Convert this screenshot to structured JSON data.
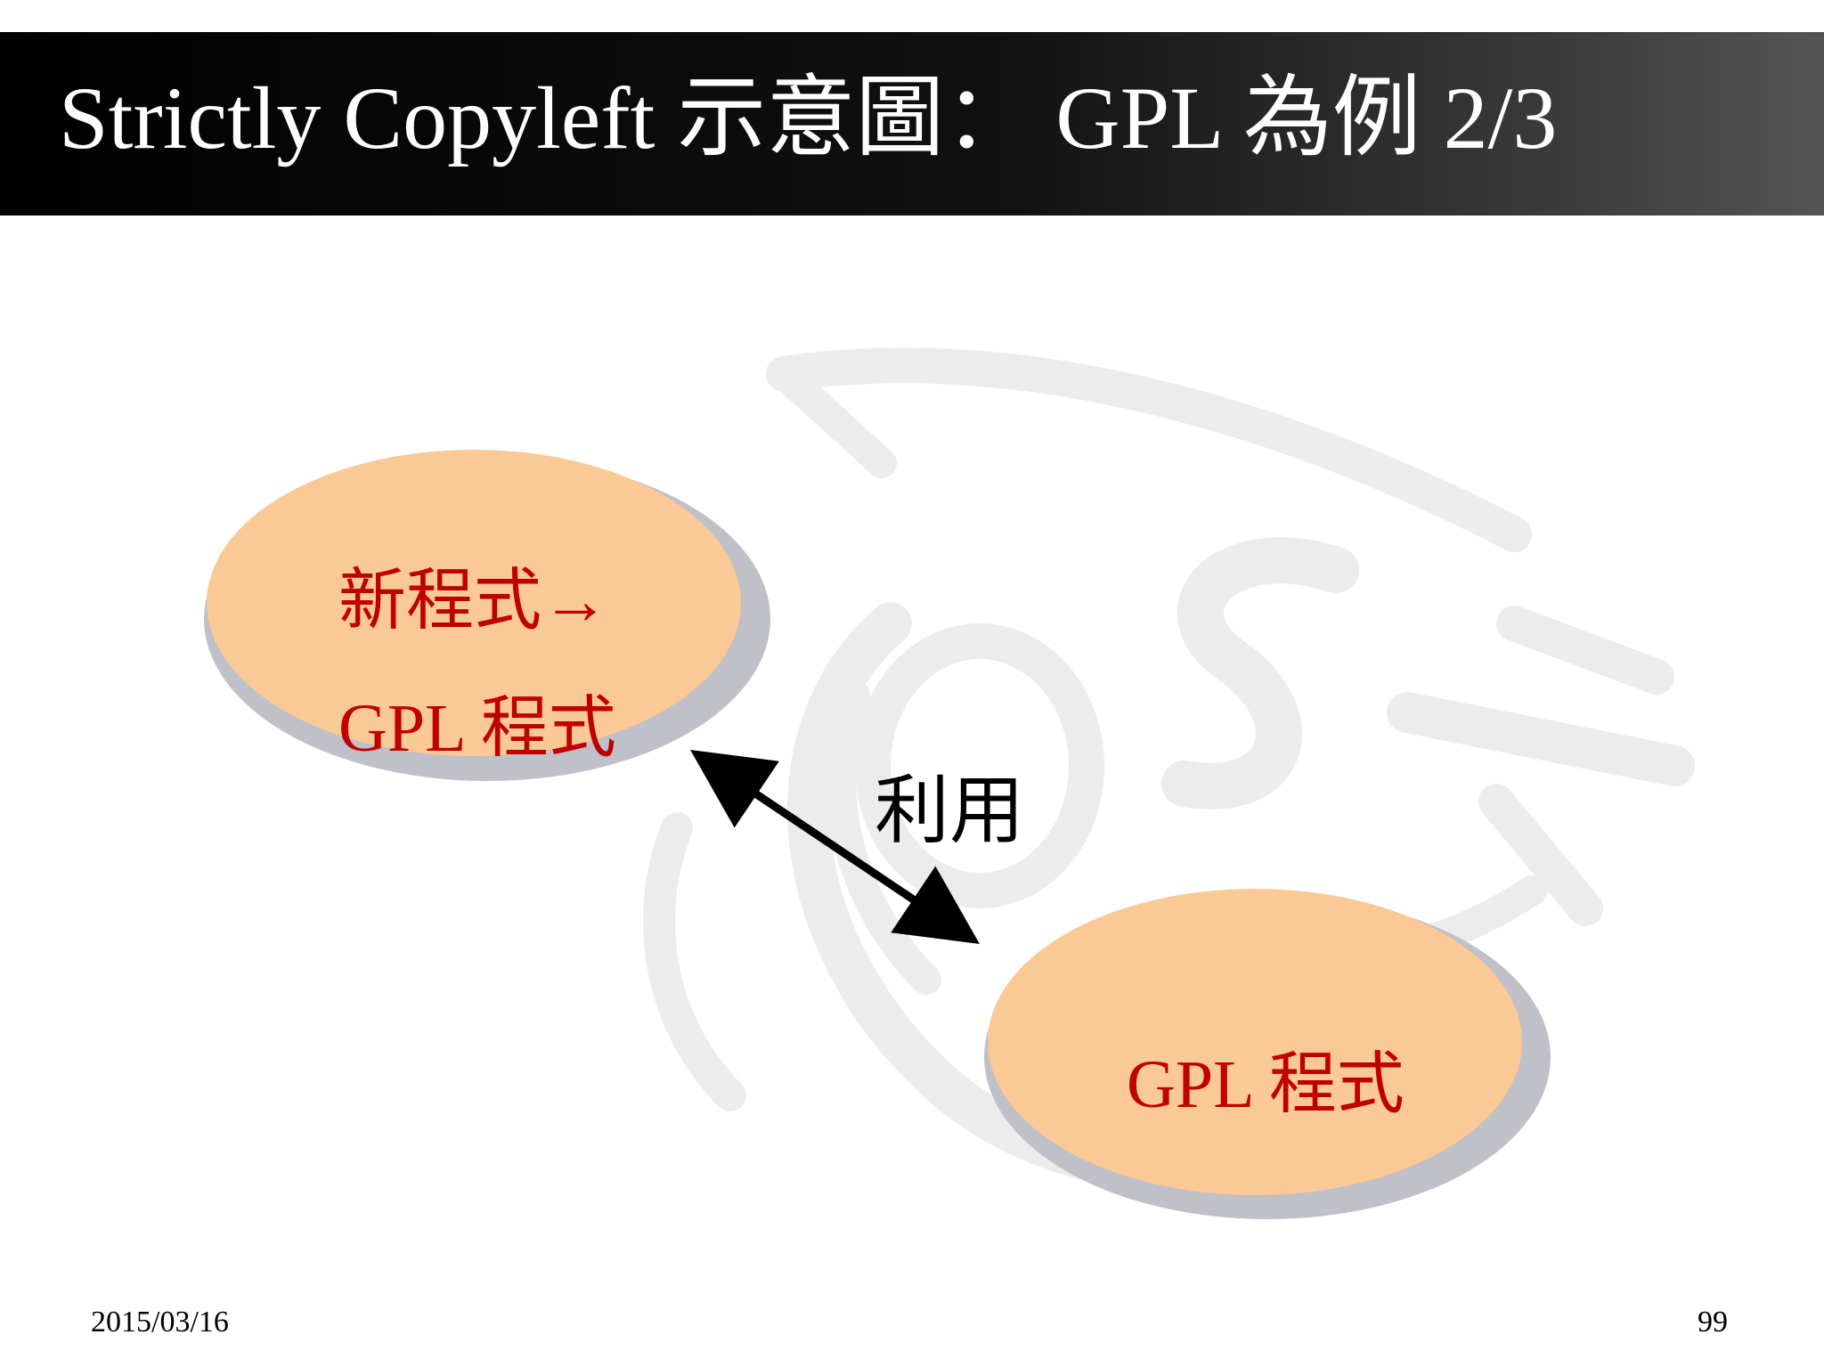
{
  "slide": {
    "title": "Strictly Copyleft 示意圖： GPL 為例 2/3",
    "date": "2015/03/16",
    "page_number": "99"
  },
  "diagram": {
    "nodes": [
      {
        "id": "new-program",
        "lines": [
          "新程式→",
          "GPL 程式"
        ]
      },
      {
        "id": "gpl-program",
        "lines": [
          "GPL 程式"
        ]
      }
    ],
    "edges": [
      {
        "from": "new-program",
        "to": "gpl-program",
        "label": "利用",
        "direction": "bidirectional"
      }
    ]
  },
  "colors": {
    "title_bar": "#000000",
    "title_text": "#ffffff",
    "node_fill": "#fbc995",
    "node_shadow": "#c0c0c8",
    "node_text": "#c00000",
    "arrow": "#000000",
    "watermark": "#ececec"
  }
}
